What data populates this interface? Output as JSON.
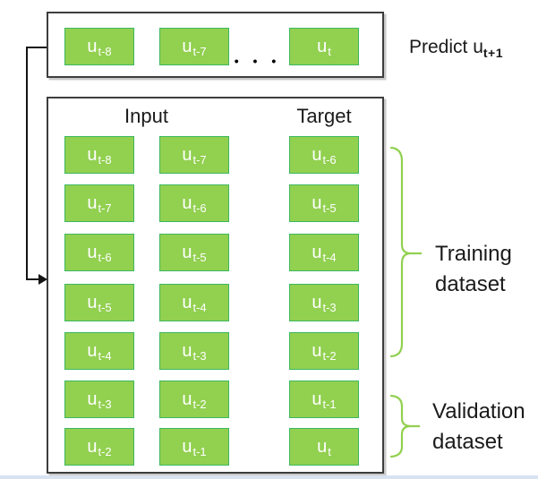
{
  "colors": {
    "box_fill": "#92d050",
    "box_border": "#3cb860",
    "brace_green": "#92d050",
    "frame_border": "#3d3d3d",
    "arrow_black": "#141414",
    "bottom_strip": "#d9e2f1"
  },
  "predict_row": {
    "boxes": [
      {
        "base": "u",
        "sub": "t-8"
      },
      {
        "base": "u",
        "sub": "t-7"
      },
      {
        "base": "u",
        "sub": "t"
      }
    ],
    "ellipsis": "• • •",
    "label_prefix": "Predict u",
    "label_sub": "t+1"
  },
  "dataset_table": {
    "input_header": "Input",
    "target_header": "Target",
    "rows": [
      [
        {
          "base": "u",
          "sub": "t-8"
        },
        {
          "base": "u",
          "sub": "t-7"
        },
        {
          "base": "u",
          "sub": "t-6"
        }
      ],
      [
        {
          "base": "u",
          "sub": "t-7"
        },
        {
          "base": "u",
          "sub": "t-6"
        },
        {
          "base": "u",
          "sub": "t-5"
        }
      ],
      [
        {
          "base": "u",
          "sub": "t-6"
        },
        {
          "base": "u",
          "sub": "t-5"
        },
        {
          "base": "u",
          "sub": "t-4"
        }
      ],
      [
        {
          "base": "u",
          "sub": "t-5"
        },
        {
          "base": "u",
          "sub": "t-4"
        },
        {
          "base": "u",
          "sub": "t-3"
        }
      ],
      [
        {
          "base": "u",
          "sub": "t-4"
        },
        {
          "base": "u",
          "sub": "t-3"
        },
        {
          "base": "u",
          "sub": "t-2"
        }
      ],
      [
        {
          "base": "u",
          "sub": "t-3"
        },
        {
          "base": "u",
          "sub": "t-2"
        },
        {
          "base": "u",
          "sub": "t-1"
        }
      ],
      [
        {
          "base": "u",
          "sub": "t-2"
        },
        {
          "base": "u",
          "sub": "t-1"
        },
        {
          "base": "u",
          "sub": "t"
        }
      ]
    ]
  },
  "annotations": {
    "training": {
      "line1": "Training",
      "line2": "dataset"
    },
    "validation": {
      "line1": "Validation",
      "line2": "dataset"
    }
  }
}
